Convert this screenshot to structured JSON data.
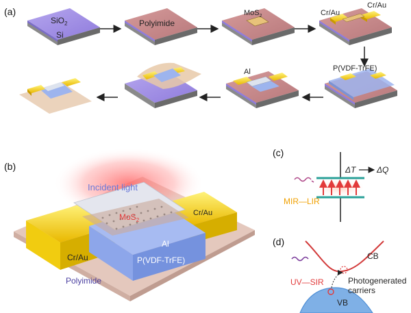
{
  "panel_labels": {
    "a": "(a)",
    "b": "(b)",
    "c": "(c)",
    "d": "(d)"
  },
  "panel_a": {
    "step1": {
      "top": "SiO",
      "top_sub": "2",
      "bottom": "Si"
    },
    "step2": {
      "label": "Polyimide"
    },
    "step3": {
      "label": "MoS",
      "label_sub": "2"
    },
    "step4": {
      "left": "Cr/Au",
      "right": "Cr/Au"
    },
    "step5": {
      "label": "P(VDF-TrFE)"
    },
    "step6": {
      "label": "Al"
    }
  },
  "panel_b": {
    "incident": "Incident light",
    "mos2": "MoS",
    "mos2_sub": "2",
    "electrode_right": "Cr/Au",
    "electrode_left": "Cr/Au",
    "al": "Al",
    "pvdf": "P(VDF-TrFE)",
    "substrate": "Polyimide"
  },
  "panel_c": {
    "delta_t": "ΔT",
    "delta_q": "ΔQ",
    "radiation": "MIR—LIR"
  },
  "panel_d": {
    "cb": "CB",
    "vb": "VB",
    "radiation": "UV—SIR",
    "carriers_line1": "Photogenerated",
    "carriers_line2": "carriers"
  },
  "colors": {
    "substrate_purple": "#9f8fe0",
    "polyimide_rose": "#c88a8a",
    "gold": "#f2d21e",
    "pvdf_blue": "#8aa6e8",
    "band_red": "#d23a3a",
    "band_blue": "#4f8fd6",
    "label_orange": "#f0a000",
    "label_red": "#e23b3b"
  }
}
